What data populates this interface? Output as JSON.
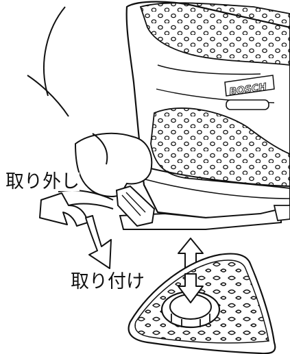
{
  "diagram": {
    "brand_logo": "BOSCH",
    "labels": {
      "remove": "取り外し",
      "attach": "取り付け"
    },
    "colors": {
      "line": "#111111",
      "background": "#ffffff"
    }
  }
}
